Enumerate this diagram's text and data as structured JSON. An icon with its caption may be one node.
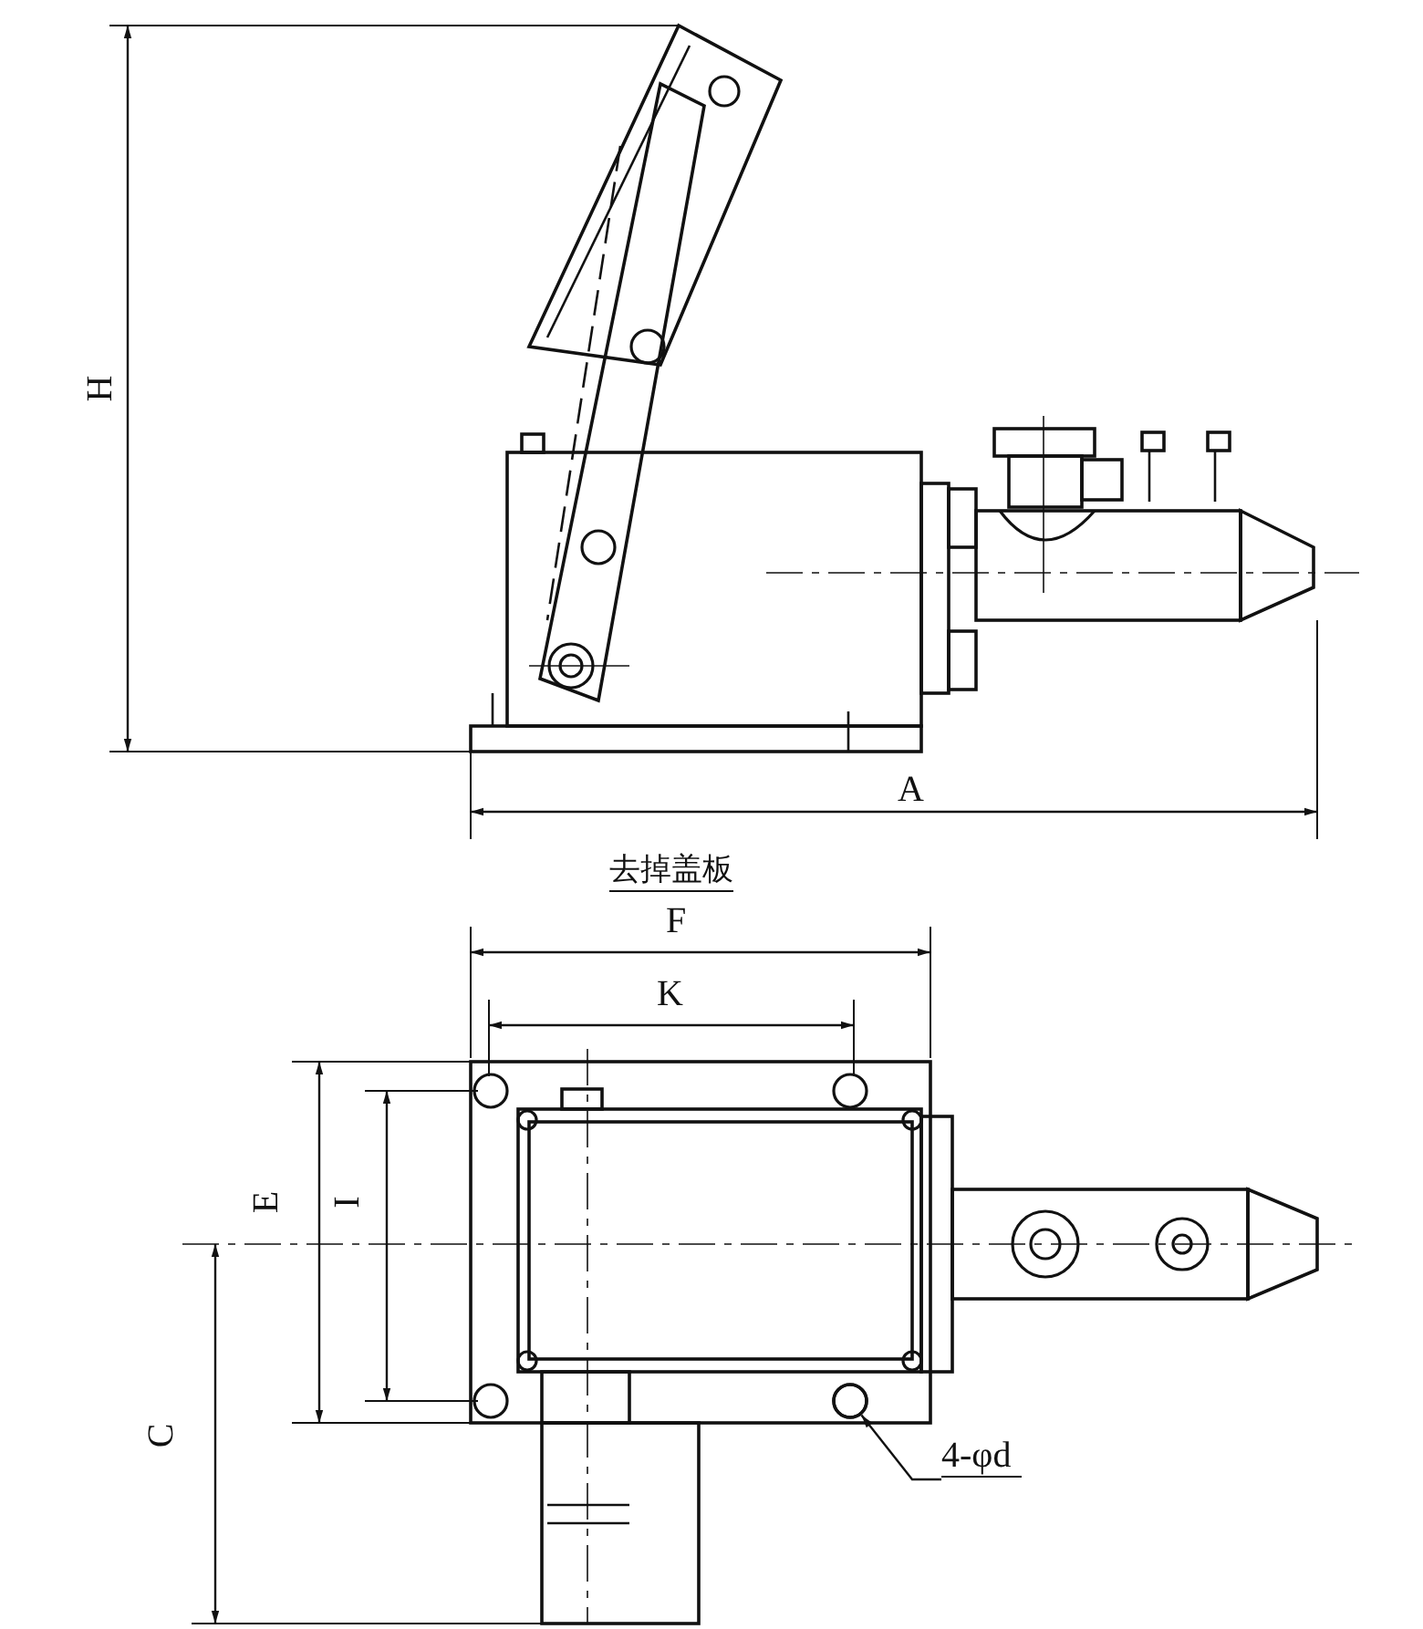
{
  "diagram": {
    "nodes": [
      {
        "text": [
          "4-φd"
        ]
      },
      {
        "text": [],
        "shape": "circle"
      }
    ],
    "edges": [
      {
        "from": 0,
        "to": 1,
        "arrow": "to"
      }
    ],
    "labels": [
      "H",
      "A",
      "去掉盖板",
      "F",
      "K",
      "E",
      "I",
      "C"
    ]
  }
}
